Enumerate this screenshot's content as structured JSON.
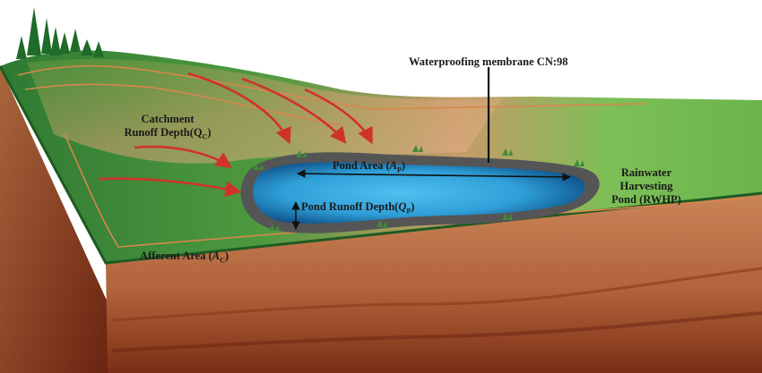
{
  "labels": {
    "membrane": "Waterproofing membrane CN:98",
    "catchment_line1": "Catchment",
    "catchment_line2": "Runoff Depth",
    "catchment_sym": "(Q",
    "catchment_sub": "C",
    "catchment_close": ")",
    "pond_area": "Pond Area (",
    "pond_area_sym": "A",
    "pond_area_sub": "P",
    "pond_area_close": ")",
    "pond_runoff": "Pond Runoff Depth(",
    "pond_runoff_sym": "Q",
    "pond_runoff_sub": "P",
    "pond_runoff_close": ")",
    "rwhp_line1": "Rainwater",
    "rwhp_line2": "Harvesting",
    "rwhp_line3": "Pond (RWHP)",
    "afferent": "Afferent Area (",
    "afferent_sym": "A",
    "afferent_sub": "C",
    "afferent_close": ")"
  },
  "colors": {
    "label_text": "#1a1a1a",
    "runoff_arrow": "#d0322a",
    "grass_dark": "#3f8a3a",
    "grass_light": "#8cc860",
    "soil_top": "#c98558",
    "soil_bottom": "#7b2e15",
    "water": "#2f9fd8",
    "membrane": "#555555",
    "contour": "#d9864d"
  },
  "icons": [
    "pine-tree-icon",
    "runoff-arrow-icon",
    "double-arrow-icon"
  ]
}
